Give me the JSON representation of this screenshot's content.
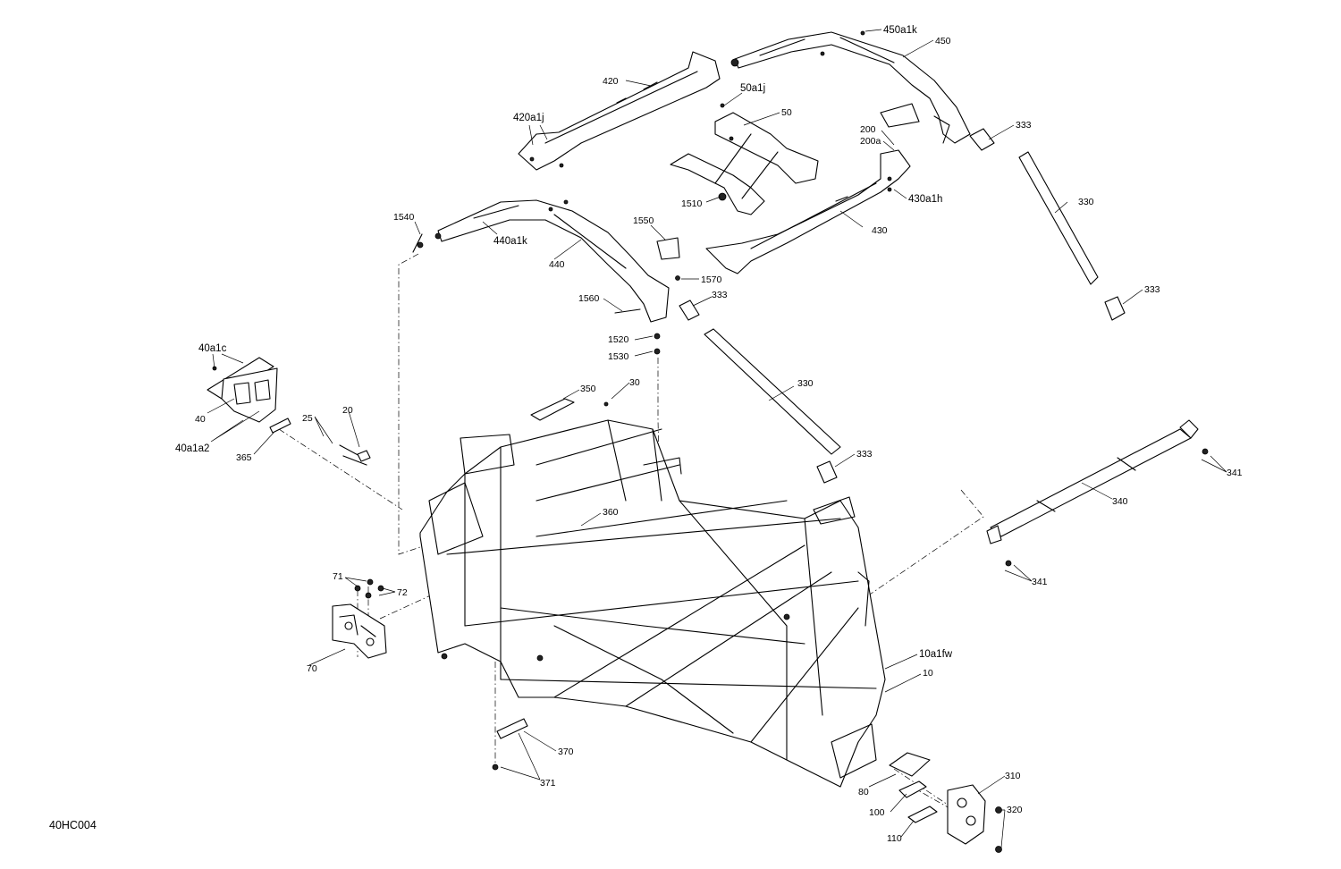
{
  "figure_id": "40HC004",
  "callouts": {
    "c450a1k": "450a1k",
    "c450": "450",
    "c420": "420",
    "c50a1j": "50a1j",
    "c50": "50",
    "c420a1j": "420a1j",
    "c200": "200",
    "c200a": "200a",
    "c333_top": "333",
    "c1510": "1510",
    "c430a1h": "430a1h",
    "c330_right": "330",
    "c1540": "1540",
    "c1550": "1550",
    "c440a1k": "440a1k",
    "c430": "430",
    "c440": "440",
    "c1570": "1570",
    "c333_mid": "333",
    "c1560": "1560",
    "c333_right": "333",
    "c1520": "1520",
    "c1530": "1530",
    "c40a1c": "40a1c",
    "c350": "350",
    "c30": "30",
    "c330_mid": "330",
    "c40": "40",
    "c25": "25",
    "c20": "20",
    "c40a1a2": "40a1a2",
    "c365": "365",
    "c333_low": "333",
    "c341_top": "341",
    "c340": "340",
    "c360": "360",
    "c341_bot": "341",
    "c71": "71",
    "c72": "72",
    "c70": "70",
    "c10a1fw": "10a1fw",
    "c10": "10",
    "c370": "370",
    "c310": "310",
    "c371": "371",
    "c80": "80",
    "c320": "320",
    "c100": "100",
    "c110": "110"
  }
}
